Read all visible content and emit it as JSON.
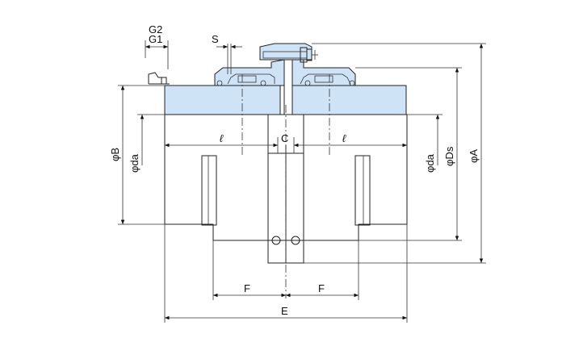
{
  "colors": {
    "section_fill": "#cfe3f7",
    "stroke": "#222222",
    "background": "#ffffff"
  },
  "labels": {
    "g2": "G2",
    "g1": "G1",
    "s": "S",
    "c": "C",
    "ell_left": "ℓ",
    "ell_right": "ℓ",
    "phi_b": "φB",
    "phi_da_left": "φda",
    "phi_da_right": "φda",
    "phi_ds": "φDs",
    "phi_a": "φA",
    "f_left": "F",
    "f_right": "F",
    "e": "E"
  }
}
